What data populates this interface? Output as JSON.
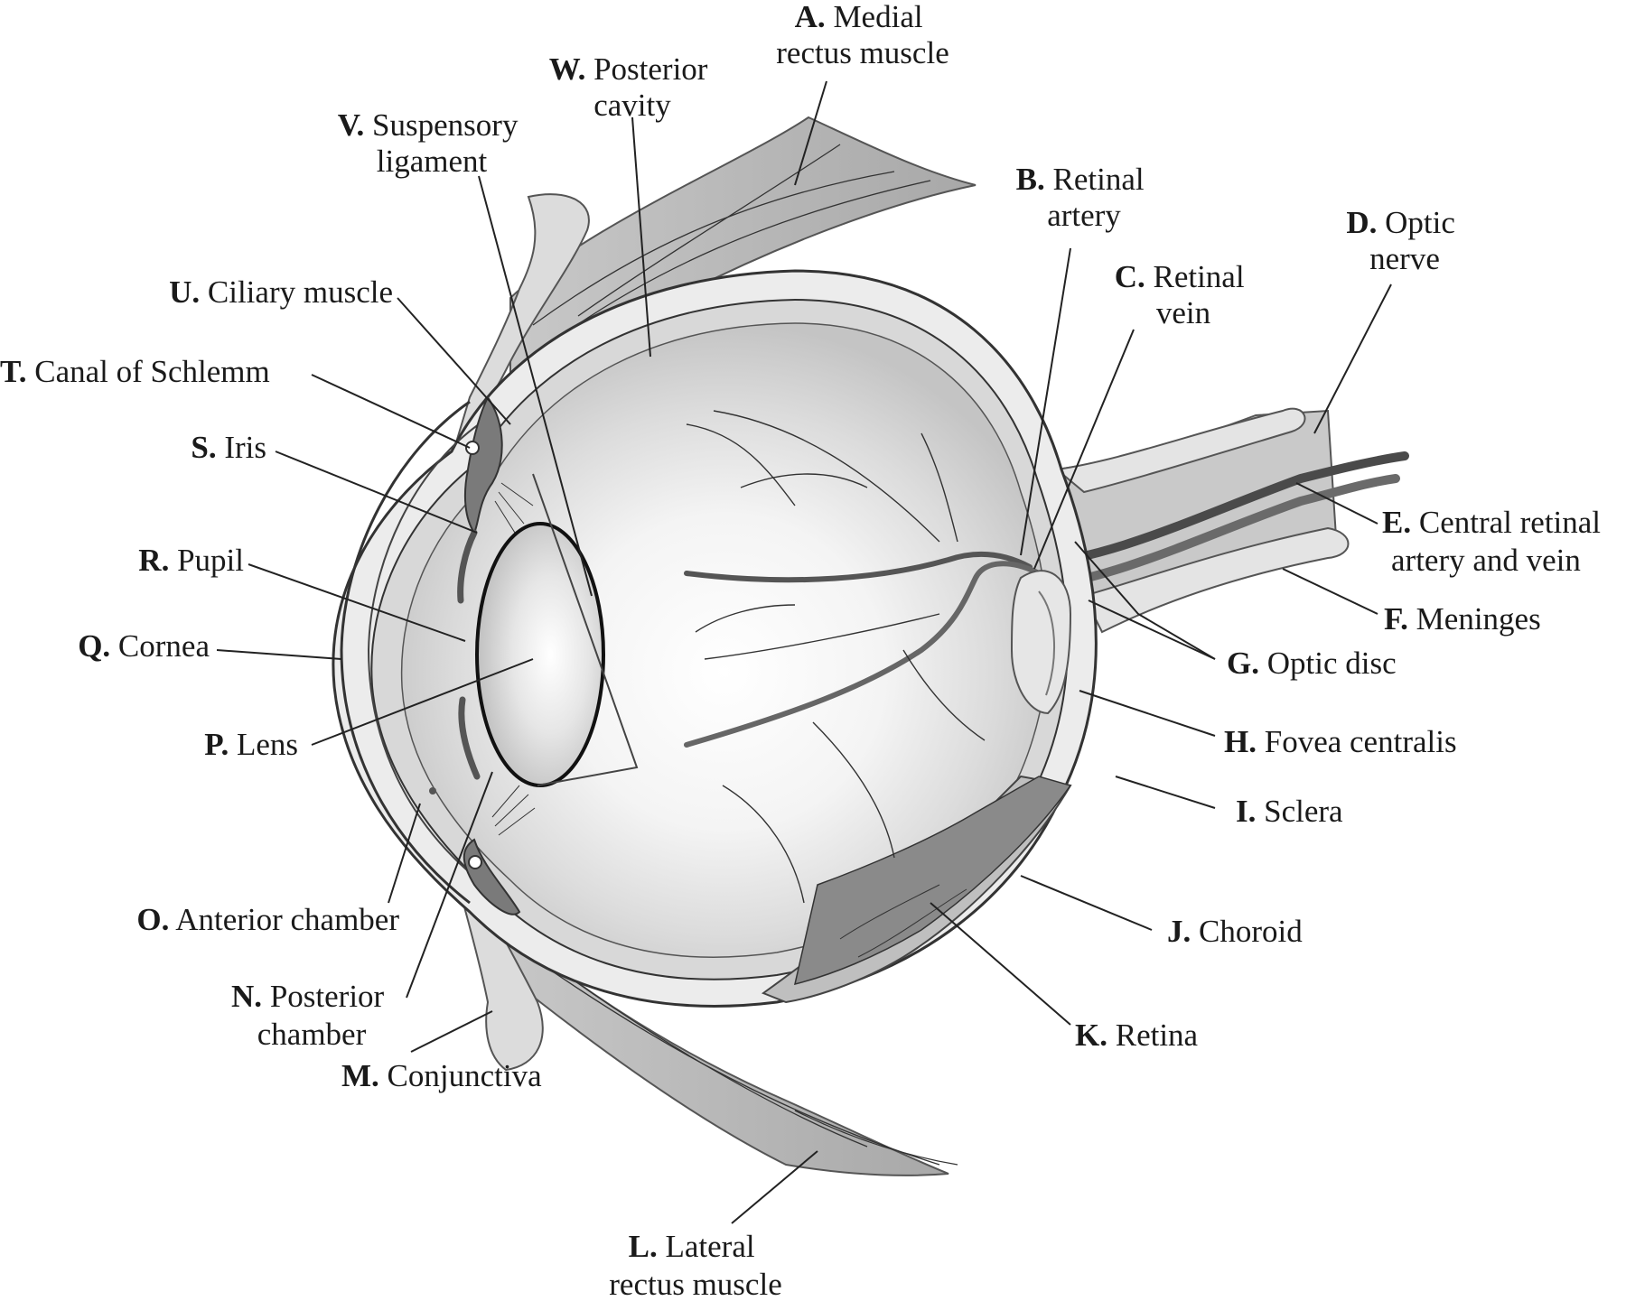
{
  "diagram": {
    "labels": {
      "A": {
        "letter": "A.",
        "line1": "Medial",
        "line2": "rectus muscle"
      },
      "W": {
        "letter": "W.",
        "line1": "Posterior",
        "line2": "cavity"
      },
      "V": {
        "letter": "V.",
        "line1": "Suspensory",
        "line2": "ligament"
      },
      "B": {
        "letter": "B.",
        "line1": "Retinal",
        "line2": "artery"
      },
      "D": {
        "letter": "D.",
        "line1": "Optic",
        "line2": "nerve"
      },
      "C": {
        "letter": "C.",
        "line1": "Retinal",
        "line2": "vein"
      },
      "U": {
        "letter": "U.",
        "line1": "Ciliary muscle"
      },
      "T": {
        "letter": "T.",
        "line1": "Canal of Schlemm"
      },
      "S": {
        "letter": "S.",
        "line1": "Iris"
      },
      "E": {
        "letter": "E.",
        "line1": "Central retinal",
        "line2": "artery and vein"
      },
      "R": {
        "letter": "R.",
        "line1": "Pupil"
      },
      "F": {
        "letter": "F.",
        "line1": "Meninges"
      },
      "Q": {
        "letter": "Q.",
        "line1": "Cornea"
      },
      "G": {
        "letter": "G.",
        "line1": "Optic disc"
      },
      "P": {
        "letter": "P.",
        "line1": "Lens"
      },
      "H": {
        "letter": "H.",
        "line1": "Fovea centralis"
      },
      "I": {
        "letter": "I.",
        "line1": "Sclera"
      },
      "O": {
        "letter": "O.",
        "line1": "Anterior chamber"
      },
      "J": {
        "letter": "J.",
        "line1": "Choroid"
      },
      "N": {
        "letter": "N.",
        "line1": "Posterior",
        "line2": "chamber"
      },
      "K": {
        "letter": "K.",
        "line1": "Retina"
      },
      "M": {
        "letter": "M.",
        "line1": "Conjunctiva"
      },
      "L": {
        "letter": "L.",
        "line1": "Lateral",
        "line2": "rectus muscle"
      }
    }
  }
}
